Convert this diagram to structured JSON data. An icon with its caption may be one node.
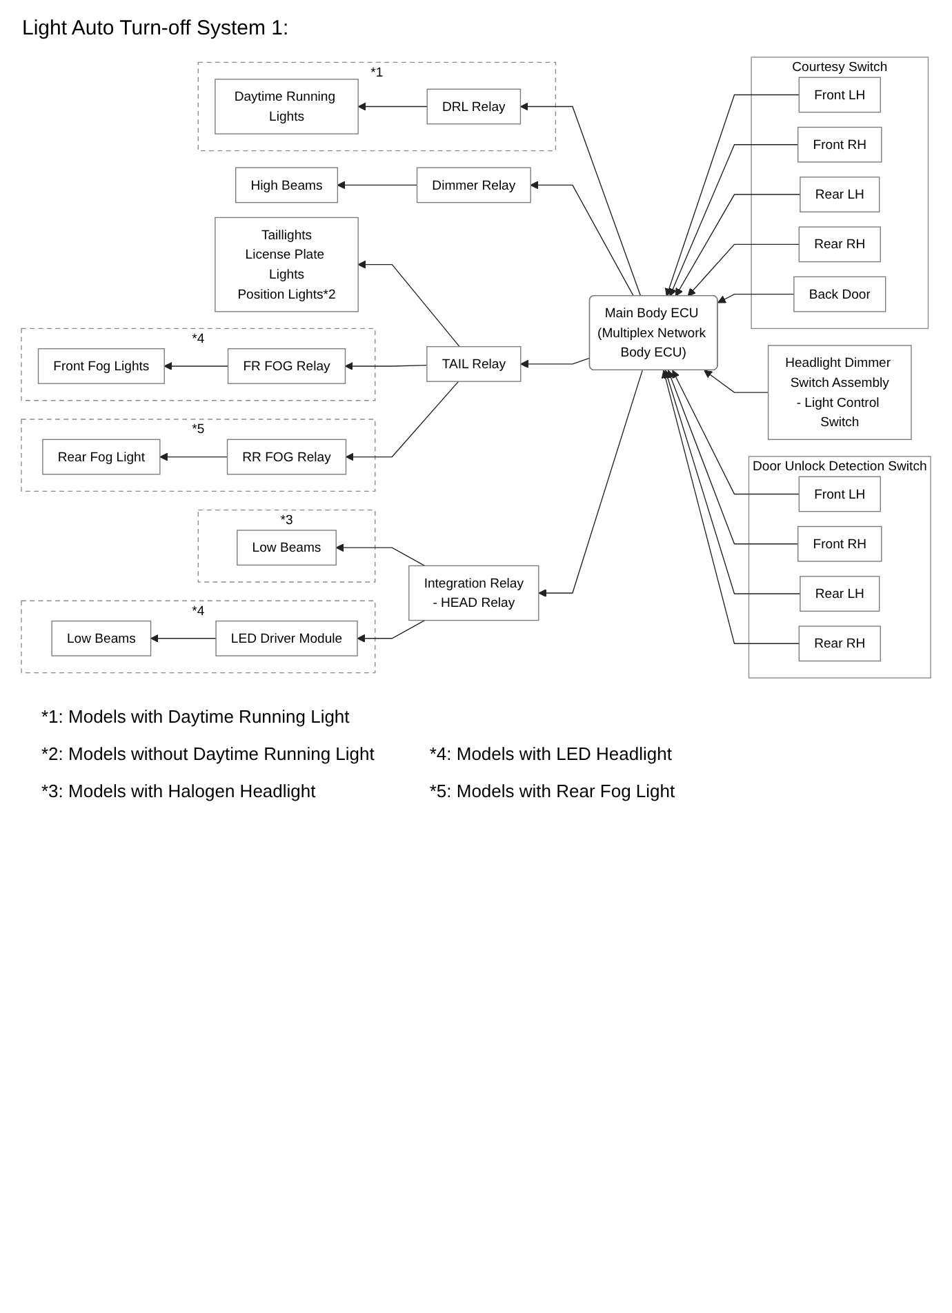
{
  "diagram": {
    "title": "Light Auto Turn-off System 1:",
    "nodes": [
      {
        "text": [
          "*1"
        ]
      },
      {
        "text": [
          "DRL Relay"
        ],
        "in": 0
      },
      {
        "text": [
          "Daytime Running Lights"
        ],
        "in": 0
      },
      {
        "text": [
          "Main Body ECU (Multiplex Network Body ECU)"
        ]
      },
      {
        "text": [
          "Headlight Dimmer Switch Assembly",
          "- Light Control Switch"
        ]
      },
      {
        "text": [
          "Taillights",
          "License Plate Lights",
          "Position Lights*2"
        ]
      },
      {
        "text": [
          "Dimmer Relay"
        ]
      },
      {
        "text": [
          "High Beams"
        ]
      },
      {
        "text": [
          "TAIL Relay"
        ]
      },
      {
        "text": [
          "Integration Relay",
          "- HEAD Relay"
        ]
      },
      {
        "text": [
          "*4"
        ]
      },
      {
        "text": [
          "FR FOG Relay"
        ],
        "in": 10
      },
      {
        "text": [
          "Front Fog Lights"
        ],
        "in": 10
      },
      {
        "text": [
          "*5"
        ]
      },
      {
        "text": [
          "RR FOG Relay"
        ],
        "in": 13
      },
      {
        "text": [
          "Rear Fog Light"
        ],
        "in": 13
      },
      {
        "text": [
          "*3"
        ]
      },
      {
        "text": [
          "Low Beams"
        ],
        "in": 16
      },
      {
        "text": [
          "*4"
        ]
      },
      {
        "text": [
          "LED Driver Module"
        ],
        "in": 18
      },
      {
        "text": [
          "Low Beams"
        ],
        "in": 18
      },
      {
        "text": [
          "Courtesy Switch"
        ]
      },
      {
        "text": [
          "Front LH"
        ],
        "in": 21
      },
      {
        "text": [
          "Front RH"
        ],
        "in": 21
      },
      {
        "text": [
          "Rear LH"
        ],
        "in": 21
      },
      {
        "text": [
          "Rear RH"
        ],
        "in": 21
      },
      {
        "text": [
          "Back Door"
        ],
        "in": 21
      },
      {
        "text": [
          "Door Unlock Detection Switch"
        ]
      },
      {
        "text": [
          "Front LH"
        ],
        "in": 27
      },
      {
        "text": [
          "Front RH"
        ],
        "in": 27
      },
      {
        "text": [
          "Rear LH"
        ],
        "in": 27
      },
      {
        "text": [
          "Rear RH"
        ],
        "in": 27
      }
    ],
    "edges": [
      {
        "from": 3,
        "to": 1,
        "arrow": "to"
      },
      {
        "from": 1,
        "to": 2,
        "arrow": "to"
      },
      {
        "from": 4,
        "to": 3,
        "arrow": "to"
      },
      {
        "from": 3,
        "to": 6,
        "arrow": "to"
      },
      {
        "from": 6,
        "to": 7,
        "arrow": "to"
      },
      {
        "from": 8,
        "to": 5,
        "arrow": "to"
      },
      {
        "from": 3,
        "to": 8,
        "arrow": "to"
      },
      {
        "from": 3,
        "to": 9,
        "arrow": "to"
      },
      {
        "from": 8,
        "to": 11,
        "arrow": "to"
      },
      {
        "from": 8,
        "to": 14,
        "arrow": "to"
      },
      {
        "from": 11,
        "to": 12,
        "arrow": "to"
      },
      {
        "from": 14,
        "to": 15,
        "arrow": "to"
      },
      {
        "from": 9,
        "to": 17,
        "arrow": "to"
      },
      {
        "from": 9,
        "to": 19,
        "arrow": "to"
      },
      {
        "from": 19,
        "to": 20,
        "arrow": "to"
      },
      {
        "from": 22,
        "to": 3,
        "arrow": "to"
      },
      {
        "from": 23,
        "to": 3,
        "arrow": "to"
      },
      {
        "from": 24,
        "to": 3,
        "arrow": "to"
      },
      {
        "from": 25,
        "to": 3,
        "arrow": "to"
      },
      {
        "from": 26,
        "to": 3,
        "arrow": "to"
      },
      {
        "from": 28,
        "to": 3,
        "arrow": "to"
      },
      {
        "from": 29,
        "to": 3,
        "arrow": "to"
      },
      {
        "from": 30,
        "to": 3,
        "arrow": "to"
      },
      {
        "from": 31,
        "to": 3,
        "arrow": "to"
      }
    ],
    "labels": [
      "*1: Models with Daytime Running Light",
      "*2: Models without Daytime Running Light",
      "*4: Models with LED Headlight",
      "*3: Models with Halogen Headlight",
      "*5: Models with Rear Fog Light"
    ]
  }
}
